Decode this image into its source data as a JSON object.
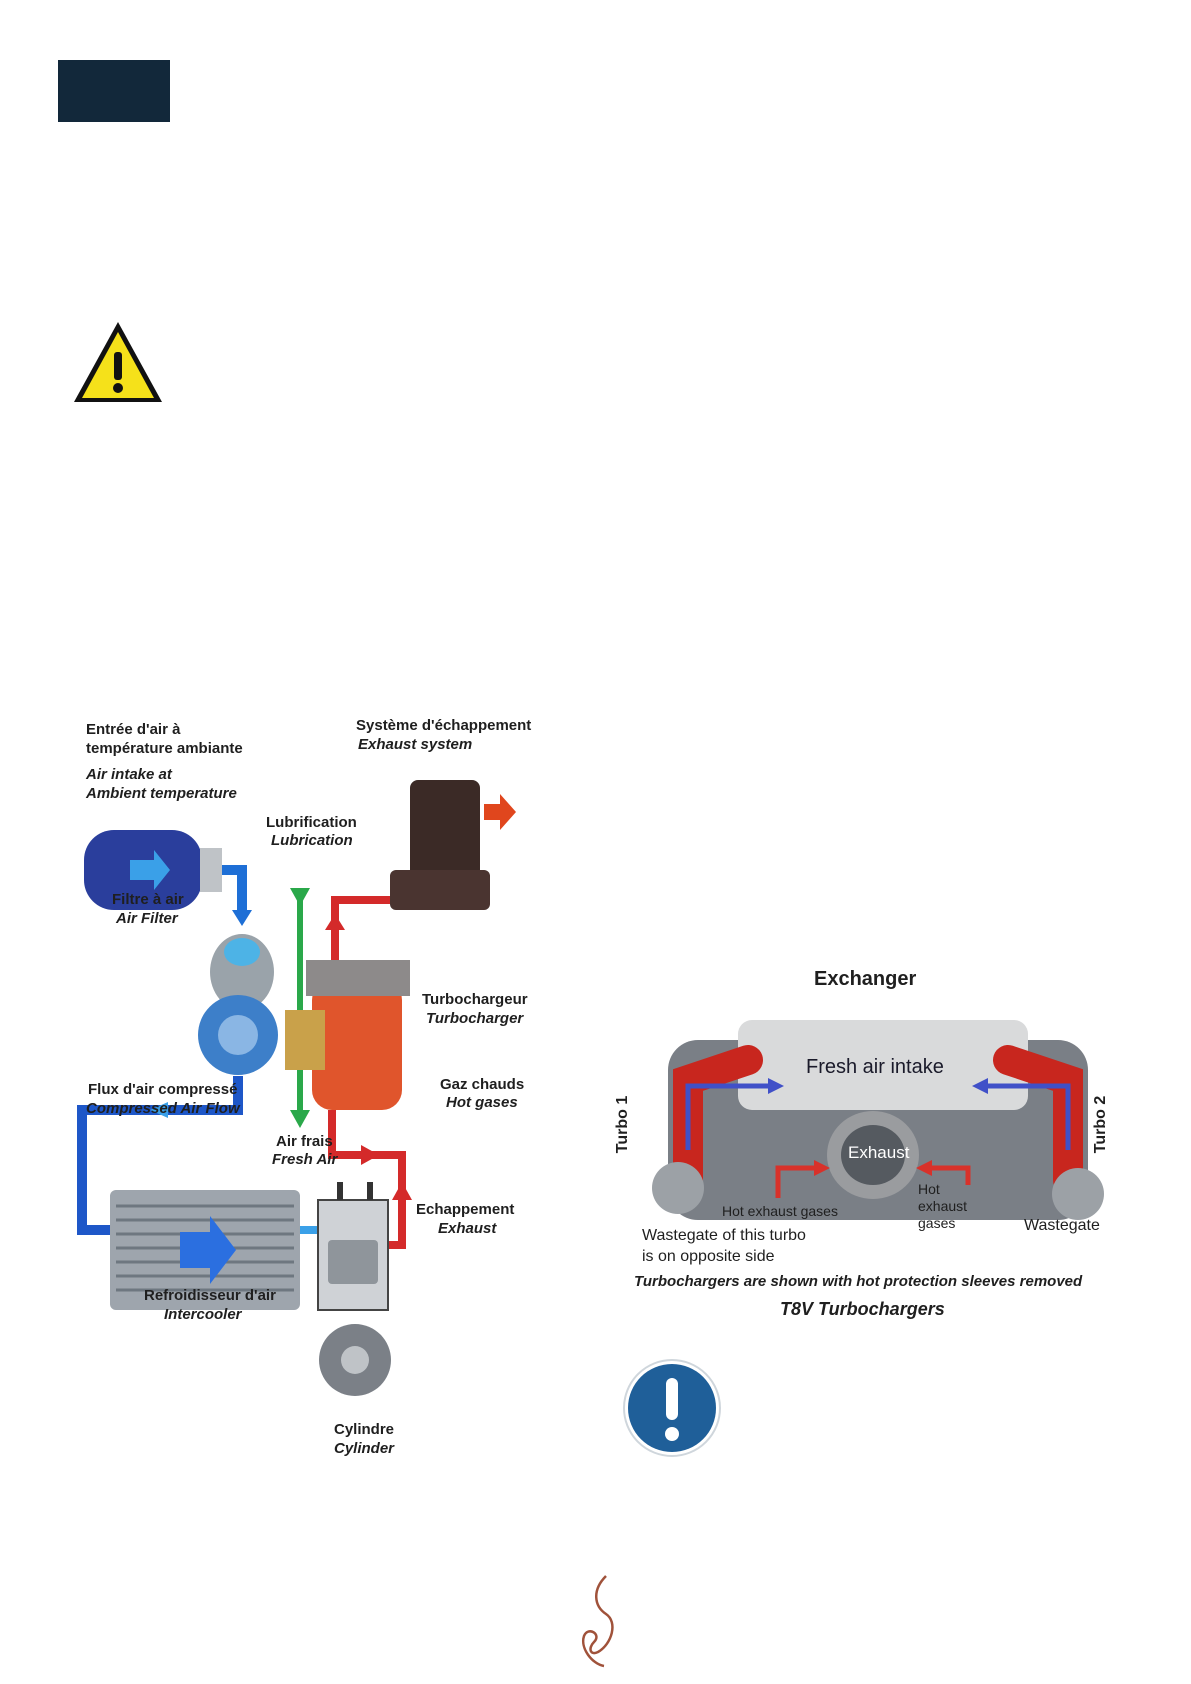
{
  "page": {
    "header_block_color": "#12283a"
  },
  "icons": {
    "warning": "warning-triangle-icon",
    "mandatory": "mandatory-exclamation-icon",
    "logo": "brand-logo"
  },
  "turbo_diagram": {
    "air_intake_fr_1": "Entrée d'air à",
    "air_intake_fr_2": "température ambiante",
    "air_intake_en_1": "Air intake at",
    "air_intake_en_2": "Ambient temperature",
    "exhaust_system_fr": "Système d'échappement",
    "exhaust_system_en": "Exhaust system",
    "lubrication_fr": "Lubrification",
    "lubrication_en": "Lubrication",
    "air_filter_fr": "Filtre à air",
    "air_filter_en": "Air Filter",
    "turbocharger_fr": "Turbochargeur",
    "turbocharger_en": "Turbocharger",
    "compressed_fr": "Flux d'air compressé",
    "compressed_en": "Compressed Air Flow",
    "hot_gases_fr": "Gaz chauds",
    "hot_gases_en": "Hot gases",
    "fresh_air_fr": "Air frais",
    "fresh_air_en": "Fresh Air",
    "exhaust_fr": "Echappement",
    "exhaust_en": "Exhaust",
    "intercooler_fr": "Refroidisseur d'air",
    "intercooler_en": "Intercooler",
    "cylinder_fr": "Cylindre",
    "cylinder_en": "Cylinder"
  },
  "t8v_photo": {
    "exchanger": "Exchanger",
    "fresh_air_intake": "Fresh air intake",
    "turbo1": "Turbo 1",
    "turbo2": "Turbo 2",
    "exhaust": "Exhaust",
    "hot_exhaust_gases": "Hot exhaust gases",
    "hot": "Hot",
    "exhaust_word": "exhaust",
    "gases": "gases",
    "wastegate": "Wastegate",
    "wastegate_note_1": "Wastegate of this turbo",
    "wastegate_note_2": "is on opposite side",
    "caption_note": "Turbochargers are shown with hot protection sleeves removed",
    "caption_title": "T8V Turbochargers"
  }
}
